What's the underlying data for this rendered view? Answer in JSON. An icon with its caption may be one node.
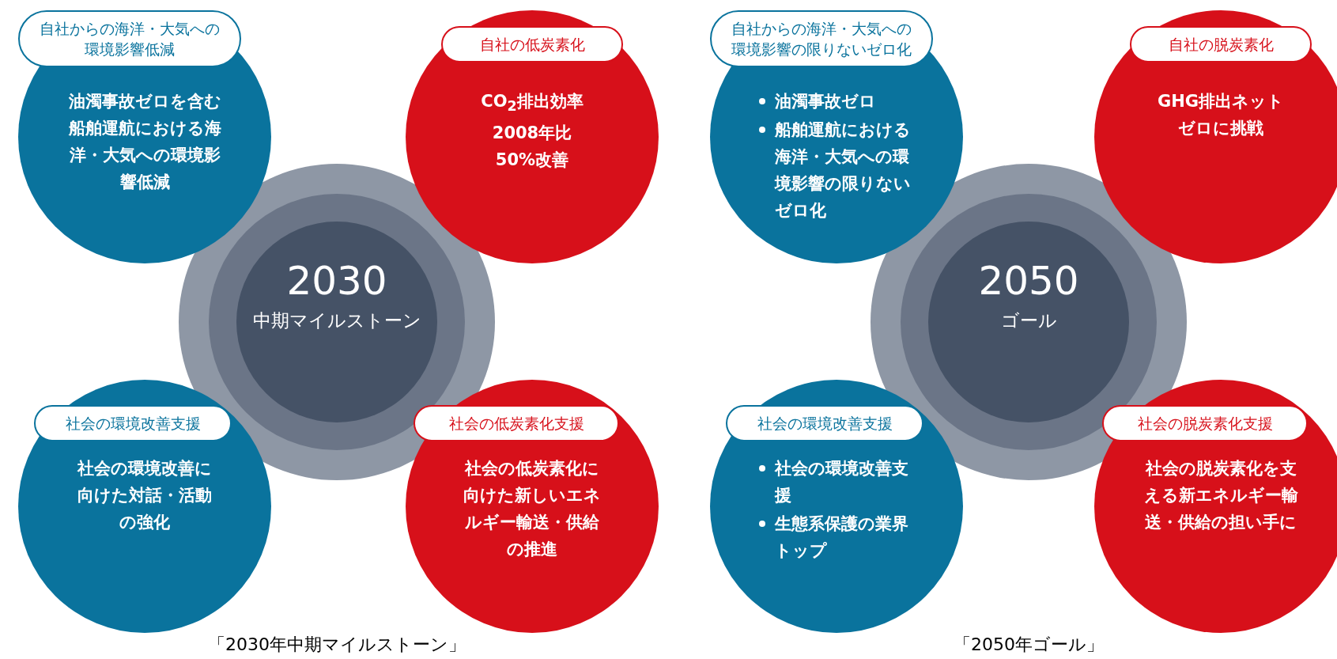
{
  "diagram": {
    "nodes": [
      {
        "text": [
          "2030",
          "中期マイルストーン"
        ]
      },
      {
        "text": [
          "自社からの海洋・大気への環境影響低減",
          "油濁事故ゼロを含む船舶運航における海洋・大気への環境影響低減"
        ]
      },
      {
        "text": [
          "自社の低炭素化",
          "CO$_{2}$排出効率2008年比50%改善"
        ]
      },
      {
        "text": [
          "社会の環境改善支援",
          "社会の環境改善に向けた対話・活動の強化"
        ]
      },
      {
        "text": [
          "社会の低炭素化支援",
          "社会の低炭素化に向けた新しいエネルギー輸送・供給の推進"
        ]
      },
      {
        "text": [
          "2050",
          "ゴール"
        ]
      },
      {
        "text": [
          "自社からの海洋・大気への環境影響の限りないゼロ化",
          "油濁事故ゼロ",
          "船舶運航における海洋・大気への環境影響の限りないゼロ化"
        ]
      },
      {
        "text": [
          "自社の脱炭素化",
          "GHG排出ネットゼロに挑戦"
        ]
      },
      {
        "text": [
          "社会の環境改善支援",
          "社会の環境改善支援",
          "生態系保護の業界トップ"
        ]
      },
      {
        "text": [
          "社会の脱炭素化支援",
          "社会の脱炭素化を支える新エネルギー輸送・供給の担い手に"
        ]
      }
    ],
    "labels": [
      "「2030年中期マイルストーン」",
      "「2050年ゴール」"
    ]
  }
}
